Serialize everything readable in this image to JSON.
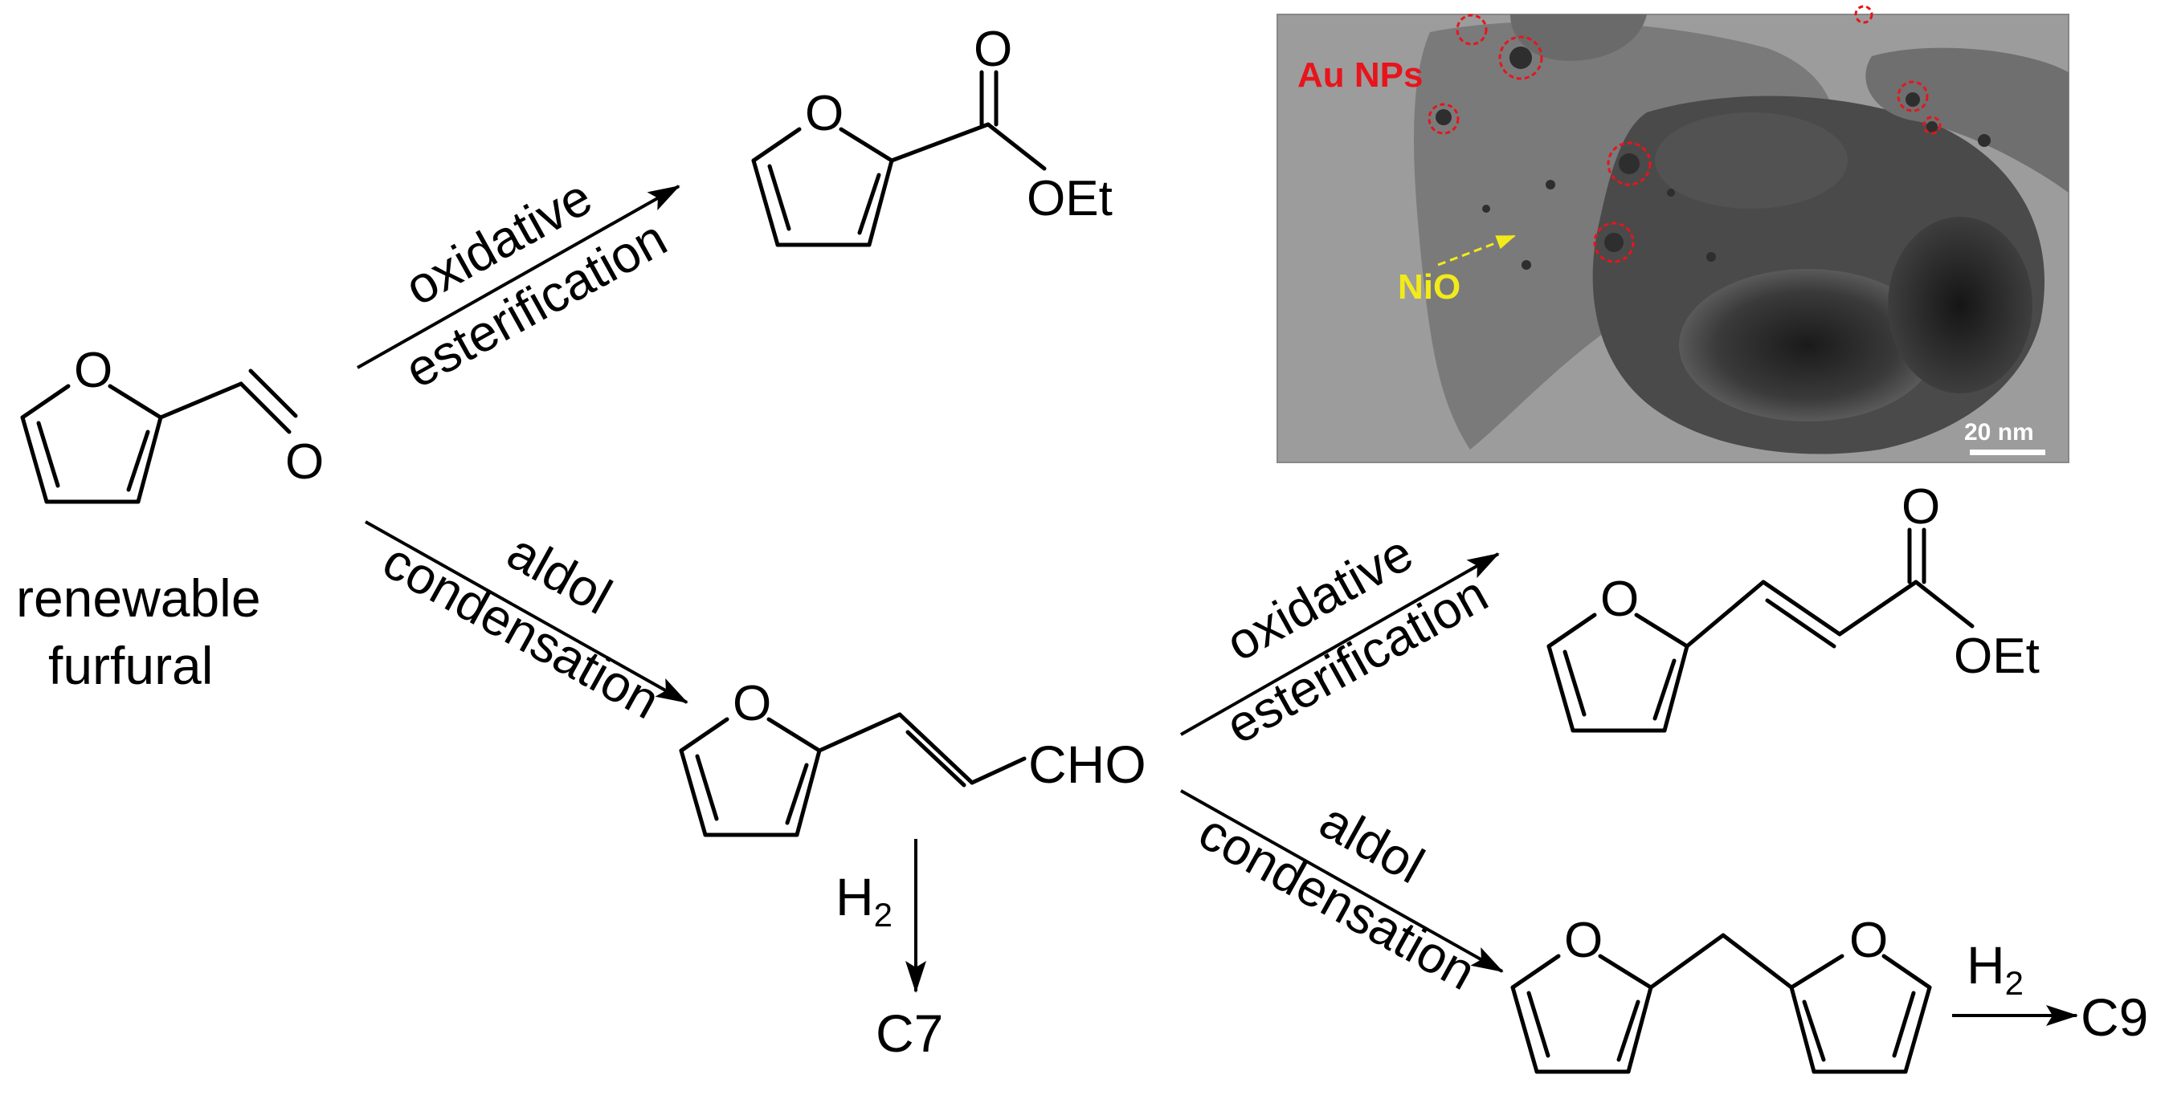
{
  "starting_material": {
    "name_line1": "renewable",
    "name_line2": "furfural",
    "atom_O_ring": "O",
    "atom_O_carbonyl": "O"
  },
  "reaction_top": {
    "label_line1": "oxidative",
    "label_line2": "esterification",
    "product_ring_O": "O",
    "product_carbonyl_O": "O",
    "product_ester": "OEt"
  },
  "reaction_aldol_1": {
    "label_line1": "aldol",
    "label_line2": "condensation",
    "product_ring_O": "O",
    "product_group": "CHO"
  },
  "reaction_hydrogenation_1": {
    "reagent": "H",
    "reagent_sub": "2",
    "product": "C7"
  },
  "reaction_oxidative_2": {
    "label_line1": "oxidative",
    "label_line2": "esterification",
    "product_ring_O": "O",
    "product_carbonyl_O": "O",
    "product_ester": "OEt"
  },
  "reaction_aldol_2": {
    "label_line1": "aldol",
    "label_line2": "condensation",
    "product_ring_O_1": "O",
    "product_ring_O_2": "O"
  },
  "reaction_hydrogenation_2": {
    "reagent": "H",
    "reagent_sub": "2",
    "product": "C9"
  },
  "tem_image": {
    "label_particles": "Au NPs",
    "label_support": "NiO",
    "scale_bar": "20 nm",
    "colors": {
      "particles": "#e8141c",
      "support": "#f2ea1a",
      "scale": "#ffffff"
    }
  }
}
